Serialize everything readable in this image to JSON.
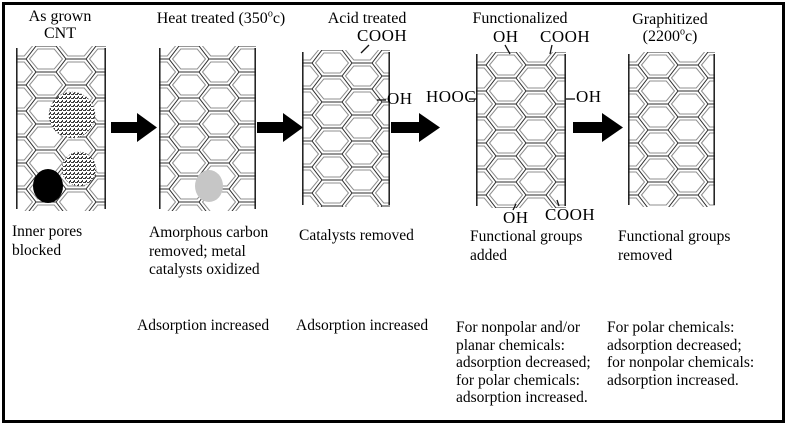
{
  "colors": {
    "ink": "#000000",
    "amorphous_carbon": "#3d3d3d",
    "pore_block": "#000000",
    "catalyst_oxidized": "#c6c6c6"
  },
  "stages": [
    {
      "title_line1": "As grown",
      "title_line2": "CNT",
      "description": "Inner pores\nblocked"
    },
    {
      "title_pre": "Heat treated (350",
      "title_sup": "o",
      "title_post": "c)",
      "description": "Amorphous carbon\nremoved; metal\ncatalysts oxidized",
      "effect": "Adsorption increased"
    },
    {
      "title": "Acid treated",
      "groups": {
        "top": "COOH",
        "right": "OH"
      },
      "description": "Catalysts removed",
      "effect": "Adsorption increased"
    },
    {
      "title": "Functionalized",
      "groups": {
        "top_left": "OH",
        "top_right": "COOH",
        "left": "HOOC",
        "right": "OH",
        "bottom_left": "OH",
        "bottom_right": "COOH"
      },
      "description": "Functional groups\nadded",
      "effect": "For nonpolar and/or\nplanar chemicals:\nadsorption decreased;\nfor polar chemicals:\nadsorption increased."
    },
    {
      "title_line1": "Graphitized",
      "title_pre": "(2200",
      "title_sup": "o",
      "title_post": "c)",
      "description": "Functional groups\nremoved",
      "effect": "For polar chemicals:\nadsorption decreased;\nfor nonpolar chemicals:\nadsorption increased."
    }
  ]
}
